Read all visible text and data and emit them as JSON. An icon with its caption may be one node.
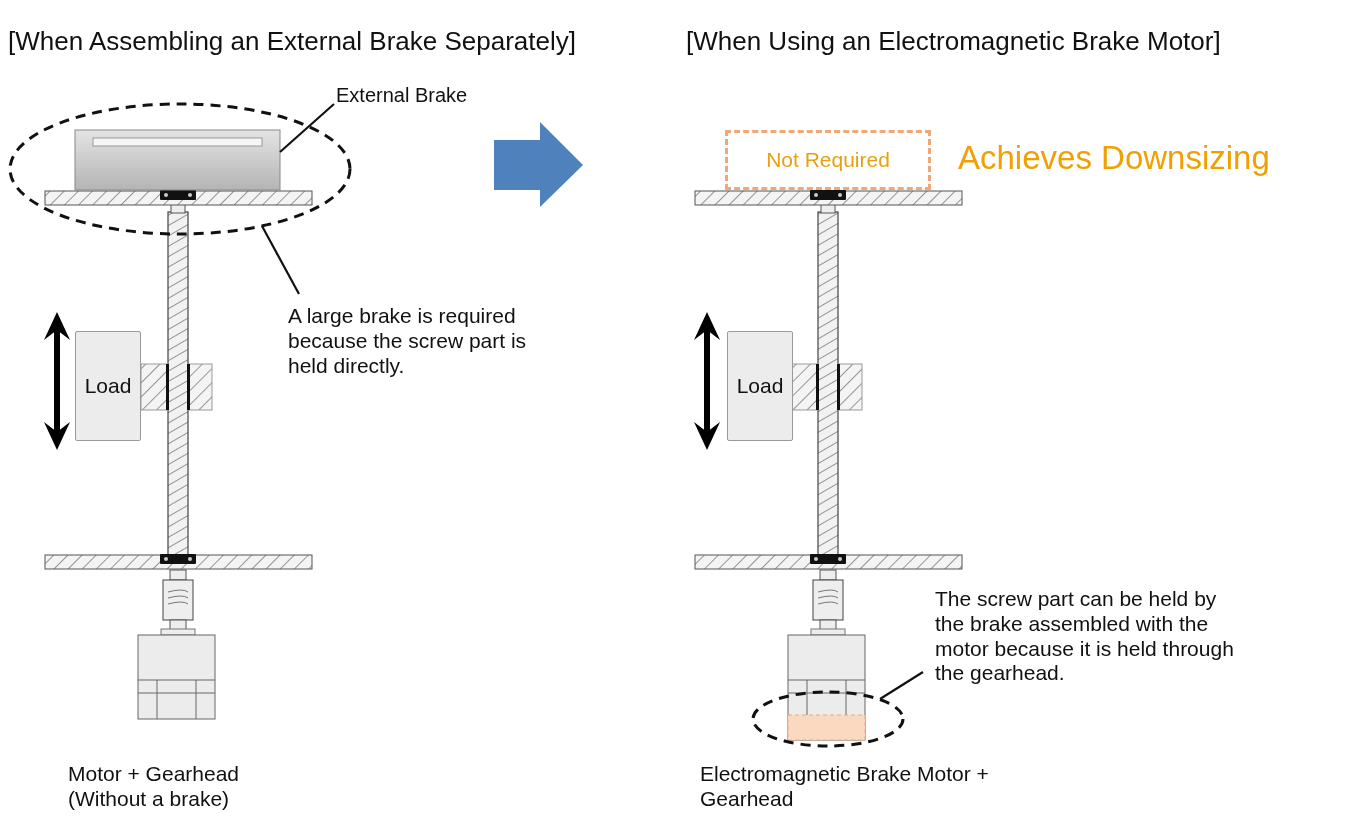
{
  "diagram": {
    "nodes": [
      {
        "text": [
          "External Brake"
        ]
      },
      {
        "text": [],
        "shape": "box",
        "in": 2
      },
      {
        "text": [],
        "shape": "ellipse"
      },
      {
        "text": [
          "A large brake is required because the screw part is held directly."
        ]
      },
      {
        "text": [
          "Load"
        ]
      },
      {
        "text": [
          "Not Required"
        ]
      },
      {
        "text": [
          "Load"
        ]
      },
      {
        "text": [
          "The screw part can be held by the brake assembled with the motor because it is held through the gearhead."
        ]
      },
      {
        "text": [],
        "shape": "ellipse"
      }
    ],
    "edges": [
      {
        "from": 0,
        "to": 1,
        "arrow": "none"
      },
      {
        "from": 3,
        "to": 2,
        "arrow": "none"
      },
      {
        "from": 7,
        "to": 8,
        "arrow": "none"
      }
    ],
    "labels": [
      "[When Assembling an External Brake Separately]",
      "[When Using an Electromagnetic Brake Motor]",
      "Achieves Downsizing",
      "Motor + Gearhead (Without a brake)",
      "Electromagnetic Brake Motor + Gearhead"
    ]
  }
}
